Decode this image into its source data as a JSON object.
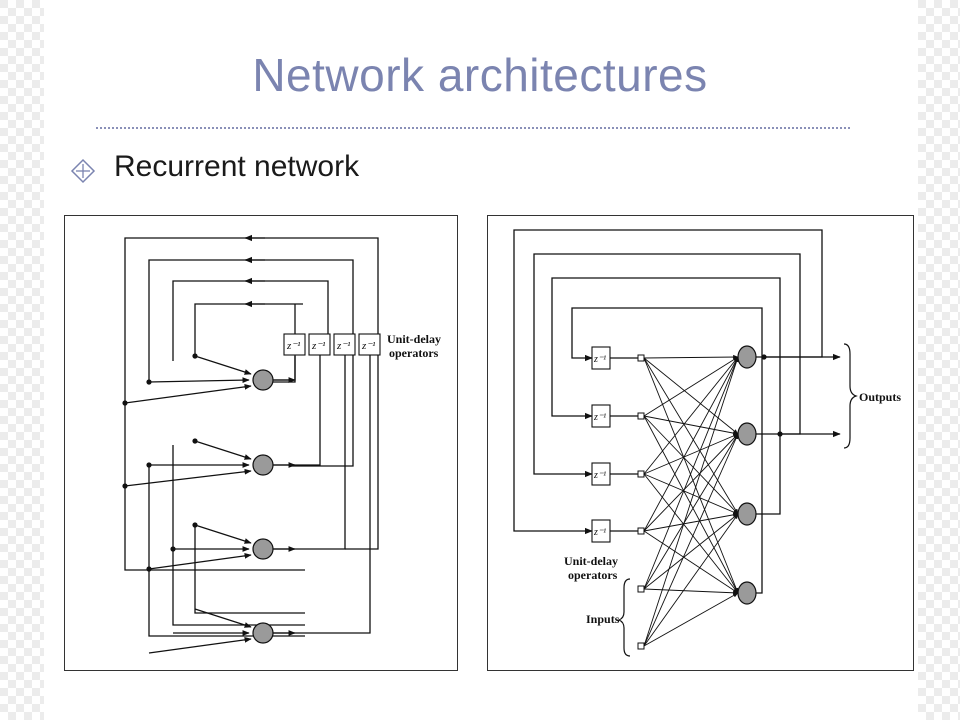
{
  "slide": {
    "title": "Network architectures",
    "bullet": "Recurrent network"
  },
  "colors": {
    "title": "#7b84b0",
    "divider": "#8a90b8",
    "neuron_fill": "#9a9a9a",
    "line": "#111111"
  },
  "left_figure": {
    "delay_label": "z⁻¹",
    "unit_delay_line1": "Unit-delay",
    "unit_delay_line2": "operators"
  },
  "right_figure": {
    "delay_label": "z⁻¹",
    "unit_delay_line1": "Unit-delay",
    "unit_delay_line2": "operators",
    "outputs_label": "Outputs",
    "inputs_label": "Inputs"
  }
}
